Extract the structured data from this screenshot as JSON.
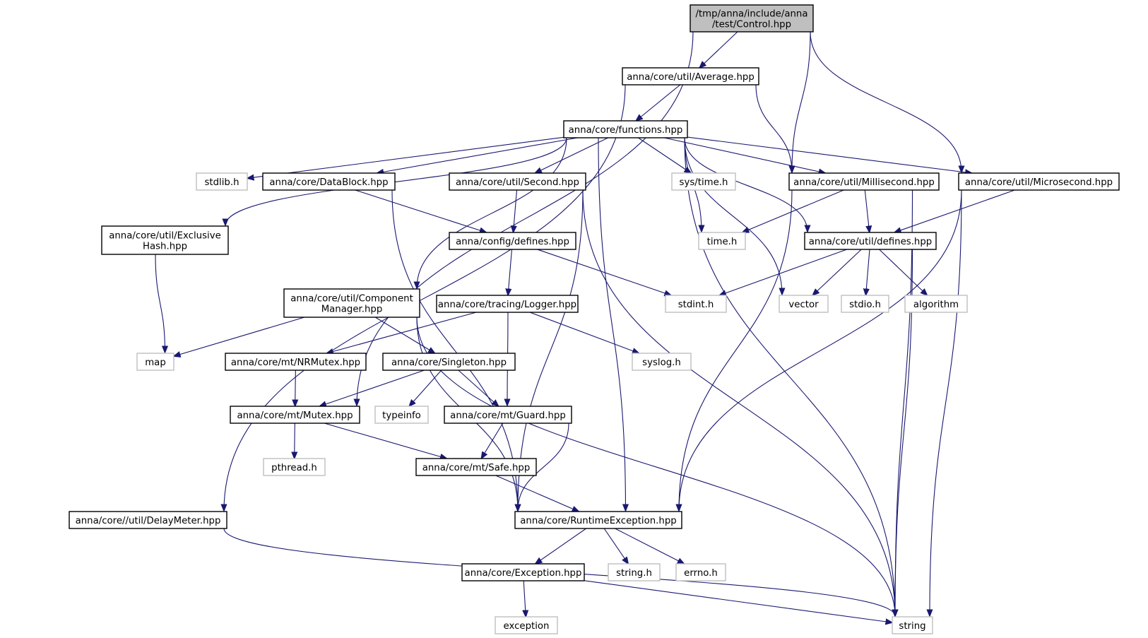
{
  "colors": {
    "edge": "#191970",
    "local_border": "#000000",
    "system_border": "#bfbfbf",
    "root_fill": "#bfbfbf",
    "node_fill": "#ffffff"
  },
  "nodes": [
    {
      "id": "control",
      "lines": [
        "/tmp/anna/include/anna",
        "/test/Control.hpp"
      ],
      "kind": "root"
    },
    {
      "id": "average",
      "lines": [
        "anna/core/util/Average.hpp"
      ],
      "kind": "local"
    },
    {
      "id": "functions",
      "lines": [
        "anna/core/functions.hpp"
      ],
      "kind": "local"
    },
    {
      "id": "stdlib",
      "lines": [
        "stdlib.h"
      ],
      "kind": "system"
    },
    {
      "id": "datablock",
      "lines": [
        "anna/core/DataBlock.hpp"
      ],
      "kind": "local"
    },
    {
      "id": "second",
      "lines": [
        "anna/core/util/Second.hpp"
      ],
      "kind": "local"
    },
    {
      "id": "systime",
      "lines": [
        "sys/time.h"
      ],
      "kind": "system"
    },
    {
      "id": "millisecond",
      "lines": [
        "anna/core/util/Millisecond.hpp"
      ],
      "kind": "local"
    },
    {
      "id": "microsecond",
      "lines": [
        "anna/core/util/Microsecond.hpp"
      ],
      "kind": "local"
    },
    {
      "id": "exclusivehash",
      "lines": [
        "anna/core/util/Exclusive",
        "Hash.hpp"
      ],
      "kind": "local"
    },
    {
      "id": "configdefines",
      "lines": [
        "anna/config/defines.hpp"
      ],
      "kind": "local"
    },
    {
      "id": "timeh",
      "lines": [
        "time.h"
      ],
      "kind": "system"
    },
    {
      "id": "utildefines",
      "lines": [
        "anna/core/util/defines.hpp"
      ],
      "kind": "local"
    },
    {
      "id": "componentmanager",
      "lines": [
        "anna/core/util/Component",
        "Manager.hpp"
      ],
      "kind": "local"
    },
    {
      "id": "logger",
      "lines": [
        "anna/core/tracing/Logger.hpp"
      ],
      "kind": "local"
    },
    {
      "id": "stdint",
      "lines": [
        "stdint.h"
      ],
      "kind": "system"
    },
    {
      "id": "vector",
      "lines": [
        "vector"
      ],
      "kind": "system"
    },
    {
      "id": "stdio",
      "lines": [
        "stdio.h"
      ],
      "kind": "system"
    },
    {
      "id": "algorithm",
      "lines": [
        "algorithm"
      ],
      "kind": "system"
    },
    {
      "id": "map",
      "lines": [
        "map"
      ],
      "kind": "system"
    },
    {
      "id": "nrmutex",
      "lines": [
        "anna/core/mt/NRMutex.hpp"
      ],
      "kind": "local"
    },
    {
      "id": "singleton",
      "lines": [
        "anna/core/Singleton.hpp"
      ],
      "kind": "local"
    },
    {
      "id": "syslog",
      "lines": [
        "syslog.h"
      ],
      "kind": "system"
    },
    {
      "id": "mutex",
      "lines": [
        "anna/core/mt/Mutex.hpp"
      ],
      "kind": "local"
    },
    {
      "id": "typeinfo",
      "lines": [
        "typeinfo"
      ],
      "kind": "system"
    },
    {
      "id": "guard",
      "lines": [
        "anna/core/mt/Guard.hpp"
      ],
      "kind": "local"
    },
    {
      "id": "pthread",
      "lines": [
        "pthread.h"
      ],
      "kind": "system"
    },
    {
      "id": "safe",
      "lines": [
        "anna/core/mt/Safe.hpp"
      ],
      "kind": "local"
    },
    {
      "id": "delaymeter",
      "lines": [
        "anna/core//util/DelayMeter.hpp"
      ],
      "kind": "local"
    },
    {
      "id": "runtimeexception",
      "lines": [
        "anna/core/RuntimeException.hpp"
      ],
      "kind": "local"
    },
    {
      "id": "exception",
      "lines": [
        "anna/core/Exception.hpp"
      ],
      "kind": "local"
    },
    {
      "id": "stringh",
      "lines": [
        "string.h"
      ],
      "kind": "system"
    },
    {
      "id": "errno",
      "lines": [
        "errno.h"
      ],
      "kind": "system"
    },
    {
      "id": "exceptionsys",
      "lines": [
        "exception"
      ],
      "kind": "system"
    },
    {
      "id": "string",
      "lines": [
        "string"
      ],
      "kind": "system"
    }
  ],
  "edges": [
    [
      "control",
      "average"
    ],
    [
      "control",
      "millisecond"
    ],
    [
      "control",
      "microsecond"
    ],
    [
      "control",
      "mutex"
    ],
    [
      "average",
      "functions"
    ],
    [
      "average",
      "millisecond"
    ],
    [
      "average",
      "delaymeter"
    ],
    [
      "functions",
      "stdlib"
    ],
    [
      "functions",
      "datablock"
    ],
    [
      "functions",
      "second"
    ],
    [
      "functions",
      "systime"
    ],
    [
      "functions",
      "millisecond"
    ],
    [
      "functions",
      "microsecond"
    ],
    [
      "functions",
      "exclusivehash"
    ],
    [
      "functions",
      "timeh"
    ],
    [
      "functions",
      "utildefines"
    ],
    [
      "functions",
      "componentmanager"
    ],
    [
      "functions",
      "vector"
    ],
    [
      "functions",
      "string"
    ],
    [
      "functions",
      "runtimeexception"
    ],
    [
      "datablock",
      "configdefines"
    ],
    [
      "datablock",
      "runtimeexception"
    ],
    [
      "second",
      "configdefines"
    ],
    [
      "second",
      "runtimeexception"
    ],
    [
      "second",
      "string"
    ],
    [
      "millisecond",
      "timeh"
    ],
    [
      "millisecond",
      "utildefines"
    ],
    [
      "millisecond",
      "runtimeexception"
    ],
    [
      "millisecond",
      "string"
    ],
    [
      "microsecond",
      "utildefines"
    ],
    [
      "microsecond",
      "runtimeexception"
    ],
    [
      "microsecond",
      "string"
    ],
    [
      "exclusivehash",
      "map"
    ],
    [
      "configdefines",
      "logger"
    ],
    [
      "configdefines",
      "stdint"
    ],
    [
      "utildefines",
      "stdint"
    ],
    [
      "utildefines",
      "vector"
    ],
    [
      "utildefines",
      "stdio"
    ],
    [
      "utildefines",
      "algorithm"
    ],
    [
      "utildefines",
      "string"
    ],
    [
      "componentmanager",
      "map"
    ],
    [
      "componentmanager",
      "singleton"
    ],
    [
      "componentmanager",
      "runtimeexception"
    ],
    [
      "componentmanager",
      "string"
    ],
    [
      "logger",
      "nrmutex"
    ],
    [
      "logger",
      "guard"
    ],
    [
      "logger",
      "syslog"
    ],
    [
      "nrmutex",
      "mutex"
    ],
    [
      "singleton",
      "mutex"
    ],
    [
      "singleton",
      "typeinfo"
    ],
    [
      "singleton",
      "guard"
    ],
    [
      "mutex",
      "pthread"
    ],
    [
      "mutex",
      "safe"
    ],
    [
      "guard",
      "safe"
    ],
    [
      "guard",
      "runtimeexception"
    ],
    [
      "safe",
      "runtimeexception"
    ],
    [
      "delaymeter",
      "string"
    ],
    [
      "runtimeexception",
      "exception"
    ],
    [
      "runtimeexception",
      "stringh"
    ],
    [
      "runtimeexception",
      "errno"
    ],
    [
      "exception",
      "exceptionsys"
    ],
    [
      "exception",
      "string"
    ]
  ]
}
